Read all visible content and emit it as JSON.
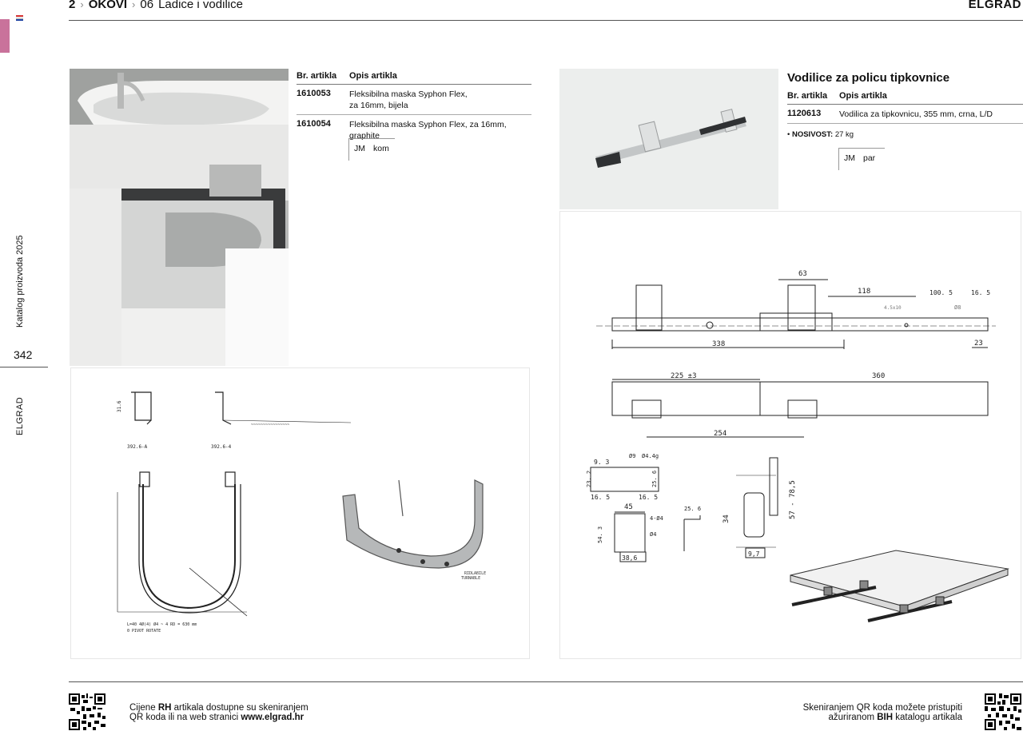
{
  "header": {
    "section_num": "2",
    "section": "OKOVI",
    "sub_num": "06",
    "sub": "Ladice i vodilice",
    "brand": "ELGRAD"
  },
  "side": {
    "catalog": "Katalog proizvoda 2025",
    "page": "342",
    "brand": "ELGRAD"
  },
  "table1": {
    "col_code": "Br. artikla",
    "col_desc": "Opis artikla",
    "rows": [
      {
        "code": "1610053",
        "desc_1": "Fleksibilna maska Syphon Flex,",
        "desc_2": "za 16mm, bijela"
      },
      {
        "code": "1610054",
        "desc_1": "Fleksibilna maska Syphon Flex, za 16mm, graphite"
      }
    ],
    "unit_label": "JM",
    "unit": "kom"
  },
  "product2": {
    "title": "Vodilice za policu tipkovnice",
    "col_code": "Br. artikla",
    "col_desc": "Opis artikla",
    "row": {
      "code": "1120613",
      "desc": "Vodilica za tipkovnicu, 355 mm, crna, L/D"
    },
    "feature_label": "NOSIVOST:",
    "feature_value": "27 kg",
    "unit_label": "JM",
    "unit": "par"
  },
  "drawing_left": {
    "label_a": "392.6-A",
    "label_b": "392.6-4",
    "label_rotable": "RIDLABILE",
    "label_turnable": "TURNABLE"
  },
  "drawing_right": {
    "dims_top": [
      "63",
      "118",
      "100. 5",
      "16. 5",
      "338",
      "23",
      "4.5x10",
      "Ø8"
    ],
    "dims_mid": [
      "225 ±3",
      "360",
      "254"
    ],
    "dims_bottom": [
      "9. 3",
      "Ø9",
      "Ø4.4g",
      "23. 2",
      "25. 6",
      "16. 5",
      "16. 5",
      "45",
      "4-Ø4",
      "Ø4",
      "54. 3",
      "38,6",
      "25. 6",
      "34",
      "57 - 78,5",
      "9,7"
    ]
  },
  "footer": {
    "left_1a": "Cijene ",
    "left_1b": "RH",
    "left_1c": " artikala dostupne su skeniranjem",
    "left_2a": "QR koda ili na web stranici ",
    "left_2b": "www.elgrad.hr",
    "right_1": "Skeniranjem QR koda možete pristupiti",
    "right_2a": "ažuriranom ",
    "right_2b": "BIH",
    "right_2c": " katalogu artikala"
  },
  "colors": {
    "accent_pink": "#c9729b",
    "rule": "#555555",
    "flag_red": "#d32f2f",
    "flag_white": "#ffffff",
    "flag_blue": "#1a3fa0"
  }
}
